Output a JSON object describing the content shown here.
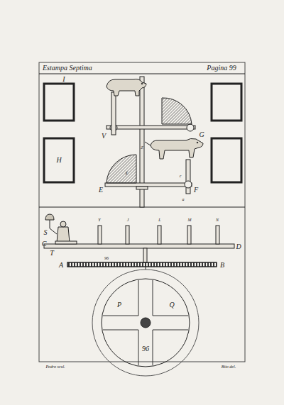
{
  "diagram": {
    "title": "Estampa Septima",
    "labels": [
      "Pagina 99",
      "I",
      "V",
      "G",
      "Z",
      "X",
      "E",
      "c",
      "F",
      "a",
      "H",
      "Y",
      "J",
      "L",
      "M",
      "N",
      "S",
      "C",
      "T",
      "D",
      "A",
      "96",
      "B",
      "P",
      "Q",
      "96",
      "Pedro scul.",
      "Bito del."
    ]
  }
}
